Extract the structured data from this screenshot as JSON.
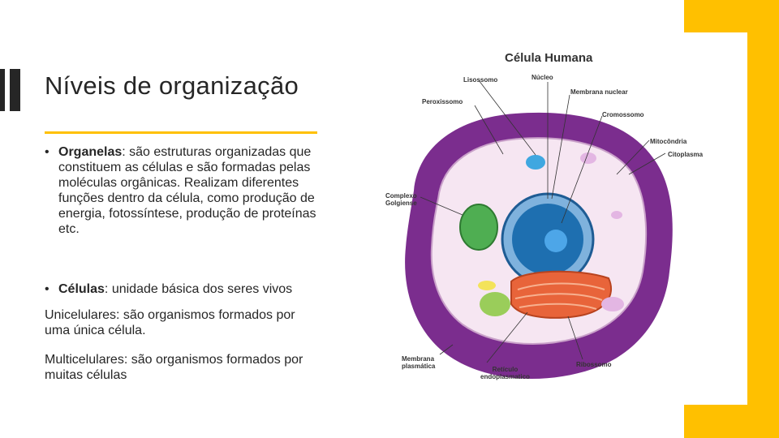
{
  "slide": {
    "title": "Níveis de organização",
    "bullet_char": "•",
    "bullets": [
      {
        "term": "Organelas",
        "text": ": são estruturas organizadas que constituem as células e são formadas pelas moléculas orgânicas. Realizam diferentes funções dentro da célula, como produção de energia, fotossíntese, produção de proteínas etc."
      },
      {
        "term": "Células",
        "text": ": unidade básica dos seres vivos"
      }
    ],
    "paragraphs": [
      "Unicelulares: são organismos formados por uma única célula.",
      "Multicelulares: são organismos formados por muitas células"
    ]
  },
  "figure": {
    "title": "Célula Humana",
    "labels": {
      "lisossomo": "Lisossomo",
      "nucleo": "Núcleo",
      "membrana_nuclear": "Membrana nuclear",
      "peroxissomo": "Peroxissomo",
      "cromossomo": "Cromossomo",
      "mitocondria": "Mitocôndria",
      "citoplasma": "Citoplasma",
      "complexo_golgiense_1": "Complexo",
      "complexo_golgiense_2": "Golgiense",
      "membrana_plasmatica_1": "Membrana",
      "membrana_plasmatica_2": "plasmática",
      "reticulo_1": "Retículo",
      "reticulo_2": "endoplasmatico",
      "ribossomo": "Ribossomo"
    }
  },
  "colors": {
    "accent": "#FFC000",
    "text": "#262626",
    "cell_membrane": "#7B2D8E",
    "cytoplasm": "#F6E6F2",
    "nucleus": "#1E6FB0",
    "golgi": "#E8643A",
    "mitochondria": "#4FAE52"
  }
}
